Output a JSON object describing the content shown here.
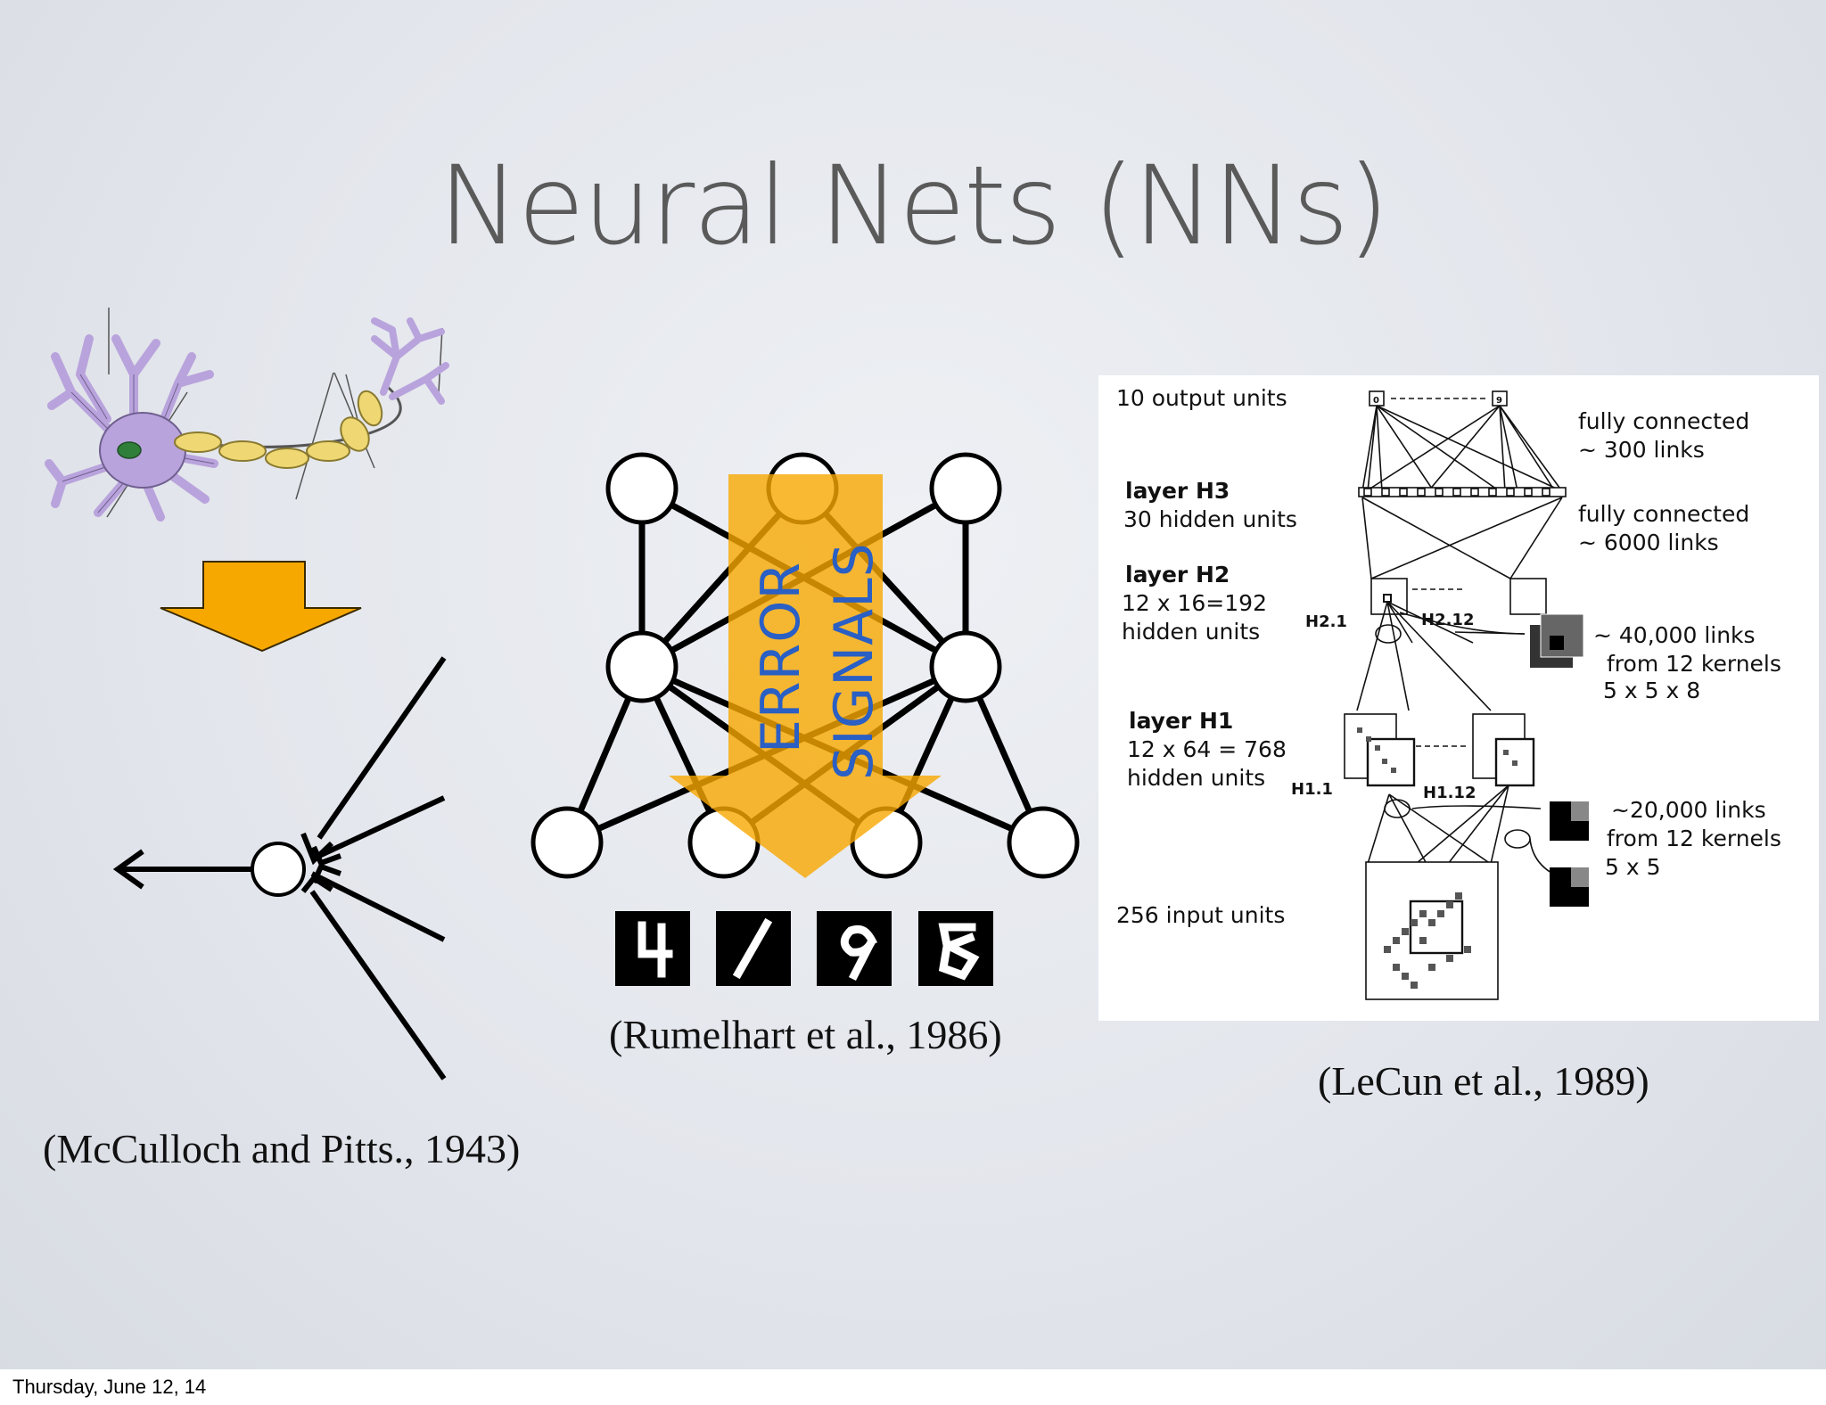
{
  "slide": {
    "title": "Neural Nets (NNs)",
    "footer_date": "Thursday, June 12, 14"
  },
  "citations": {
    "mcculloch": "(McCulloch and Pitts., 1943)",
    "rumelhart": "(Rumelhart et al., 1986)",
    "lecun": "(LeCun et al., 1989)"
  },
  "backprop": {
    "arrow_text_1": "ERROR",
    "arrow_text_2": "SIGNALS",
    "digits": [
      "4",
      "1",
      "9",
      "8"
    ]
  },
  "lecun_net": {
    "output_label": "10  output  units",
    "output_first": "0",
    "output_last": "9",
    "fc1_line1": "fully  connected",
    "fc1_line2": "~  300  links",
    "h3_title": "layer  H3",
    "h3_desc": "30  hidden  units",
    "fc2_line1": "fully  connected",
    "fc2_line2": "~  6000  links",
    "h2_title": "layer  H2",
    "h2_desc1": "12  x  16=192",
    "h2_desc2": "hidden  units",
    "h2_1": "H2.1",
    "h2_12": "H2.12",
    "k1_line1": "~  40,000  links",
    "k1_line2": "from  12  kernels",
    "k1_line3": "5 x 5 x 8",
    "h1_title": "layer  H1",
    "h1_desc1": "12  x  64  =  768",
    "h1_desc2": "hidden  units",
    "h1_1": "H1.1",
    "h1_12": "H1.12",
    "k2_line1": "~20,000  links",
    "k2_line2": "from  12  kernels",
    "k2_line3": "5 x 5",
    "input_label": "256  input  units"
  },
  "colors": {
    "arrow_orange": "#f7a800",
    "error_text": "#2a5fc4",
    "neuron_purple": "#b9a3dc",
    "myelin_yellow": "#efd873"
  }
}
